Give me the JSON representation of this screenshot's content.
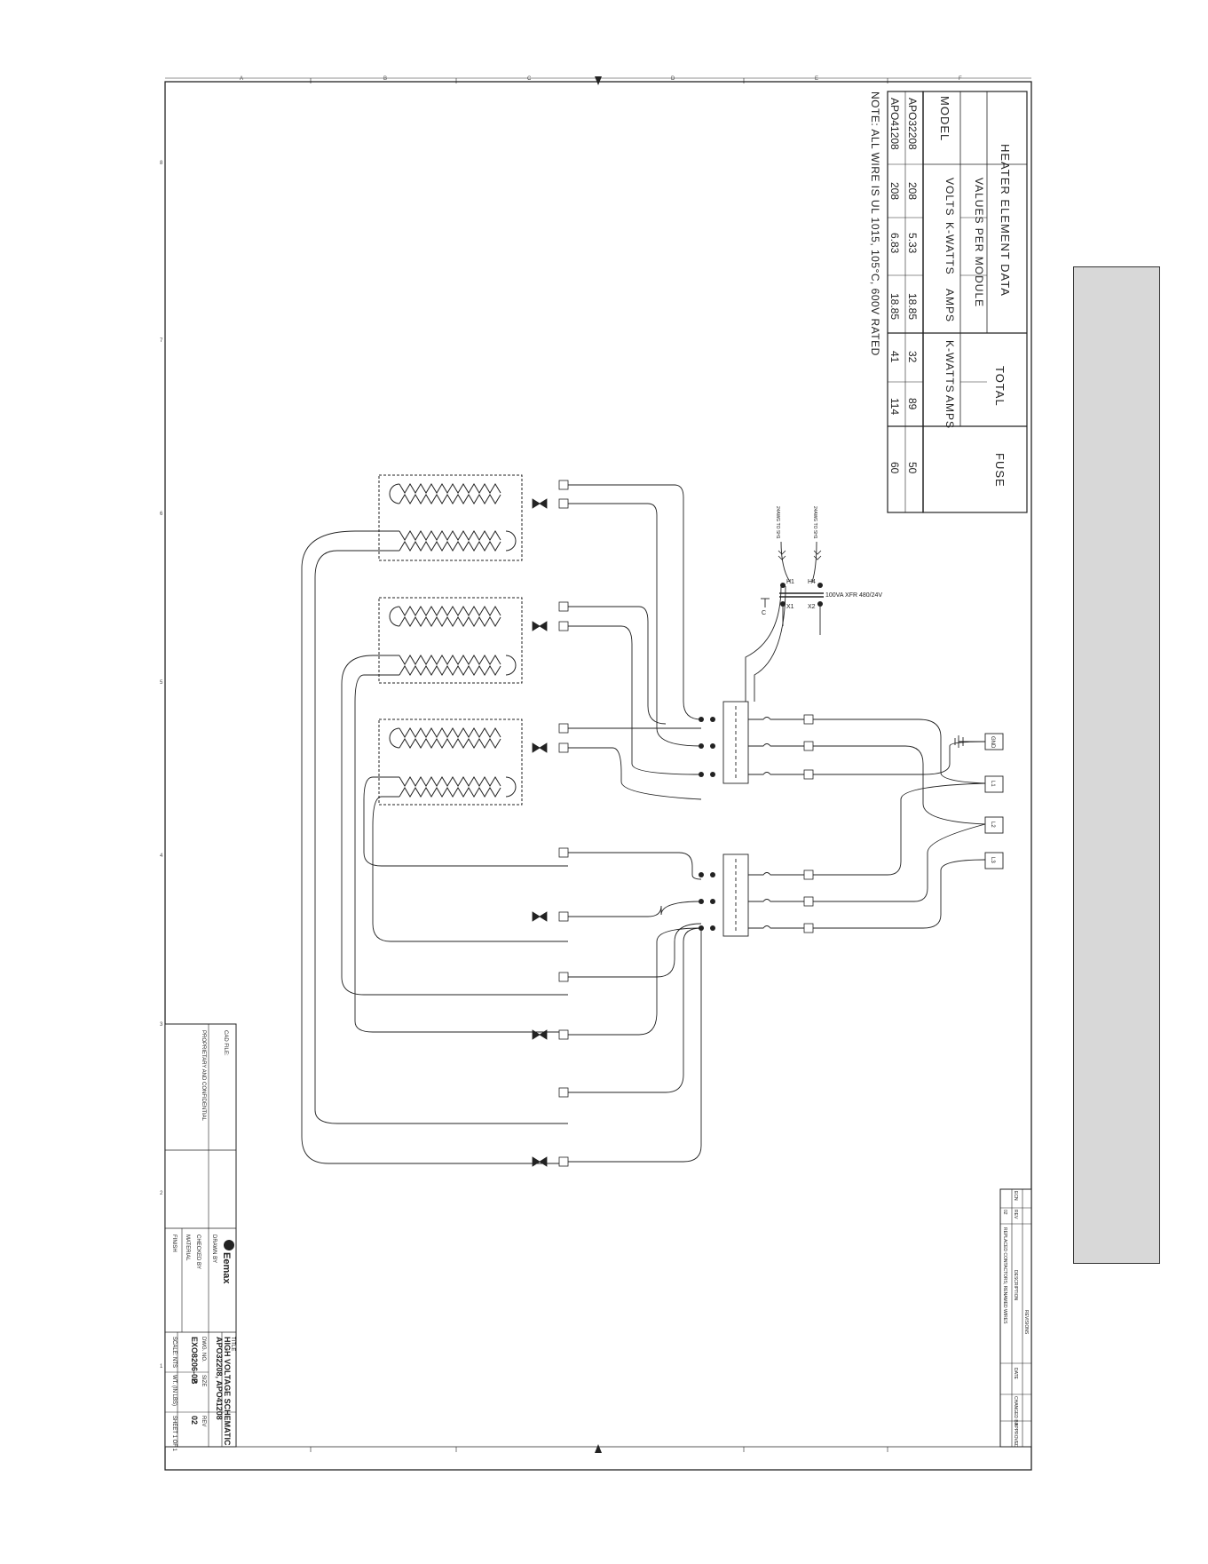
{
  "table": {
    "title": "HEATER ELEMENT DATA",
    "values_per_module": "VALUES PER MODULE",
    "total": "TOTAL",
    "fuse": "FUSE",
    "headers": {
      "model": "MODEL",
      "volts": "VOLTS",
      "kwatts": "K-WATTS",
      "amps": "AMPS",
      "total_kwatts": "K-WATTS",
      "total_amps": "AMPS"
    },
    "rows": [
      {
        "model": "APO32208",
        "volts": "208",
        "kwatts": "5.33",
        "amps": "18.85",
        "total_kwatts": "32",
        "total_amps": "89",
        "fuse": "50"
      },
      {
        "model": "APO41208",
        "volts": "208",
        "kwatts": "6.83",
        "amps": "18.85",
        "total_kwatts": "41",
        "total_amps": "114",
        "fuse": "60"
      }
    ]
  },
  "note": "NOTE: ALL WIRE IS UL 1015, 105°C, 600V RATED",
  "transformer": {
    "label": "100VA XFR 480/24V",
    "h1": "H1",
    "h4": "H4",
    "x1": "X1",
    "x2": "X2",
    "c": "C",
    "wire1": "24AWG TO SH1",
    "wire2": "24AWG TO SH1"
  },
  "supply": {
    "gnd": "GND",
    "l1": "L1",
    "l2": "L2",
    "l3": "L3"
  },
  "title_block": {
    "company": "Eemax",
    "title_label": "TITLE",
    "title_line1": "HIGH VOLTAGE SCHEMATIC",
    "title_line2": "APO32208, APO41208",
    "dwg_label": "DWG. NO.",
    "dwg_no": "EXO8206-02",
    "rev_label": "REV",
    "rev": "02",
    "size_label": "SIZE",
    "size": "B",
    "scale": "SCALE: NTS",
    "sheet": "SHEET 1 OF 1",
    "weight": "WT. (IN LBS)",
    "drawn_by": "DRAWN BY",
    "checked_by": "CHECKED BY",
    "material": "MATERIAL",
    "finish": "FINISH",
    "proprietary": "PROPRIETARY AND CONFIDENTIAL",
    "cad_file": "CAD FILE:"
  },
  "revisions": {
    "header": "REVISIONS",
    "rev_col": "REV",
    "desc_col": "DESCRIPTION",
    "date_col": "DATE",
    "by_col": "CHANGED BY",
    "appr_col": "APPROVED",
    "ecn": "ECN",
    "desc": "REPLACED CONTACTORS; RENAMED WIRES"
  },
  "zones": {
    "top": [
      "A",
      "B",
      "C",
      "D",
      "E",
      "F"
    ],
    "side": [
      "8",
      "7",
      "6",
      "5",
      "4",
      "3",
      "2",
      "1"
    ]
  }
}
